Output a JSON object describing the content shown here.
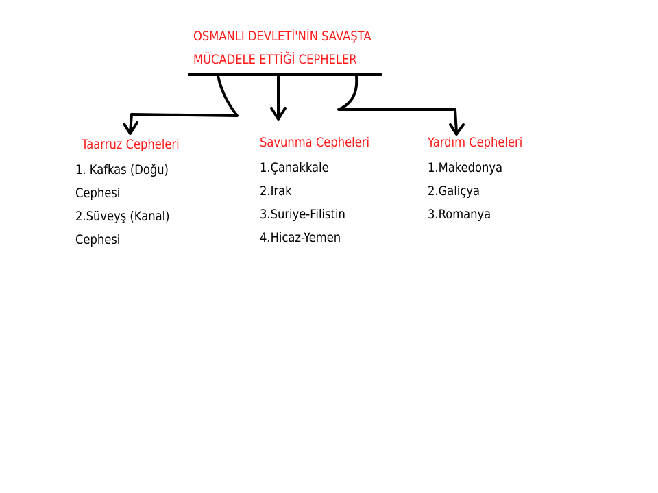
{
  "title": {
    "line1": "OSMANLI DEVLETİ'NİN SAVAŞTA",
    "line2": "MÜCADELE ETTİĞİ CEPHELER"
  },
  "colors": {
    "heading": "#ff1a1a",
    "text": "#000000",
    "lines": "#000000"
  },
  "columns": [
    {
      "heading": "Taarruz Cepheleri",
      "items": [
        "1. Kafkas (Doğu)",
        "Cephesi",
        "2.Süveyş (Kanal)",
        "Cephesi"
      ]
    },
    {
      "heading": "Savunma Cepheleri",
      "items": [
        "1.Çanakkale",
        "2.Irak",
        "3.Suriye-Filistin",
        "4.Hicaz-Yemen"
      ]
    },
    {
      "heading": "Yardım Cepheleri",
      "items": [
        "1.Makedonya",
        "2.Galiçya",
        "3.Romanya"
      ]
    }
  ]
}
